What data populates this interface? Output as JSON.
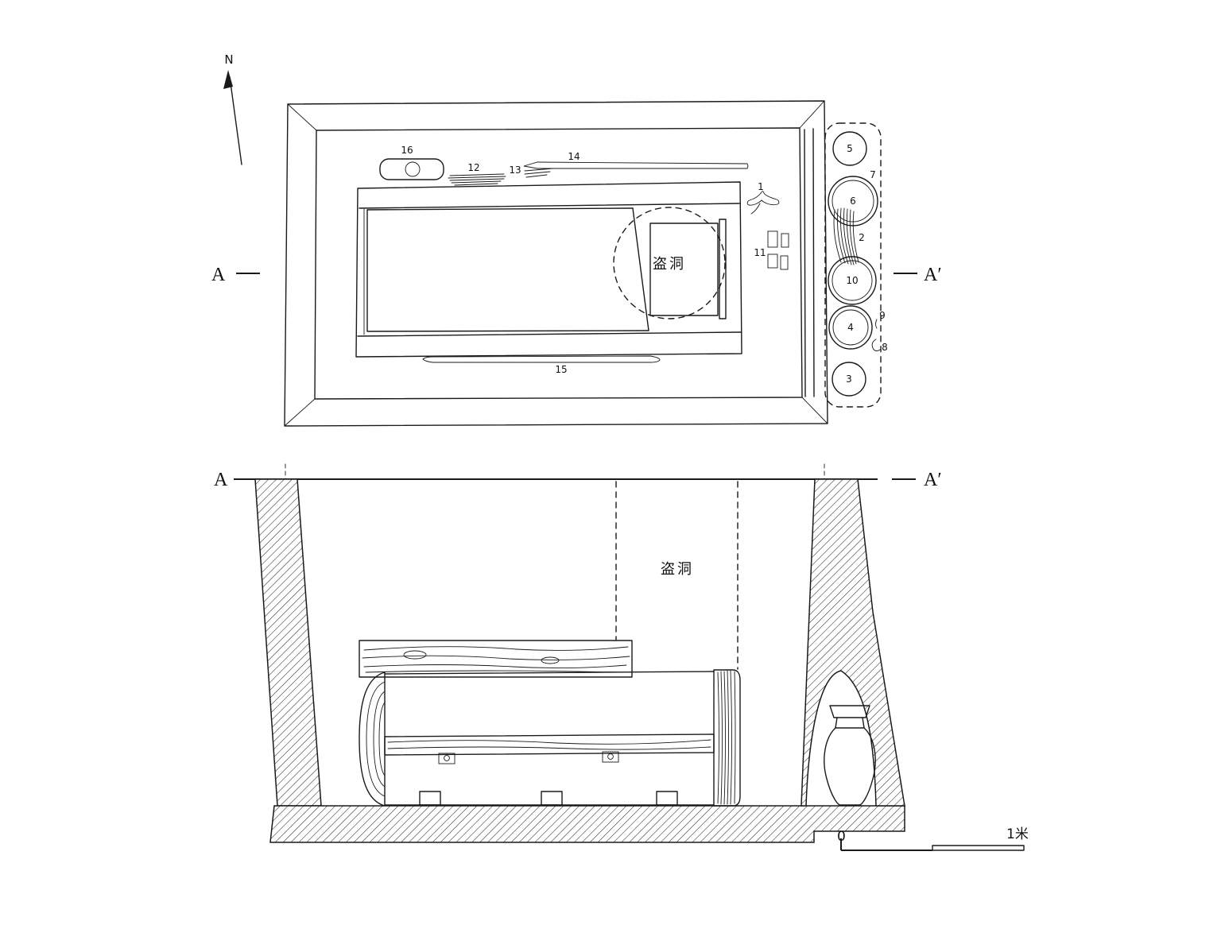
{
  "plan": {
    "north_label": "N",
    "section_left_label": "A",
    "section_right_label": "A′",
    "robber_hole_label": "盗洞",
    "numbers": {
      "n1": "1",
      "n2": "2",
      "n3": "3",
      "n4": "4",
      "n5": "5",
      "n6": "6",
      "n7": "7",
      "n8": "8",
      "n9": "9",
      "n10": "10",
      "n11": "11",
      "n12": "12",
      "n13": "13",
      "n14": "14",
      "n15": "15",
      "n16": "16"
    }
  },
  "section": {
    "left_label": "A",
    "right_label": "A′",
    "robber_hole_label": "盗洞"
  },
  "scale_bar": {
    "zero_label": "0",
    "meter_label": "1米"
  },
  "colors": {
    "line": "#1a1a1a",
    "background": "#ffffff"
  }
}
